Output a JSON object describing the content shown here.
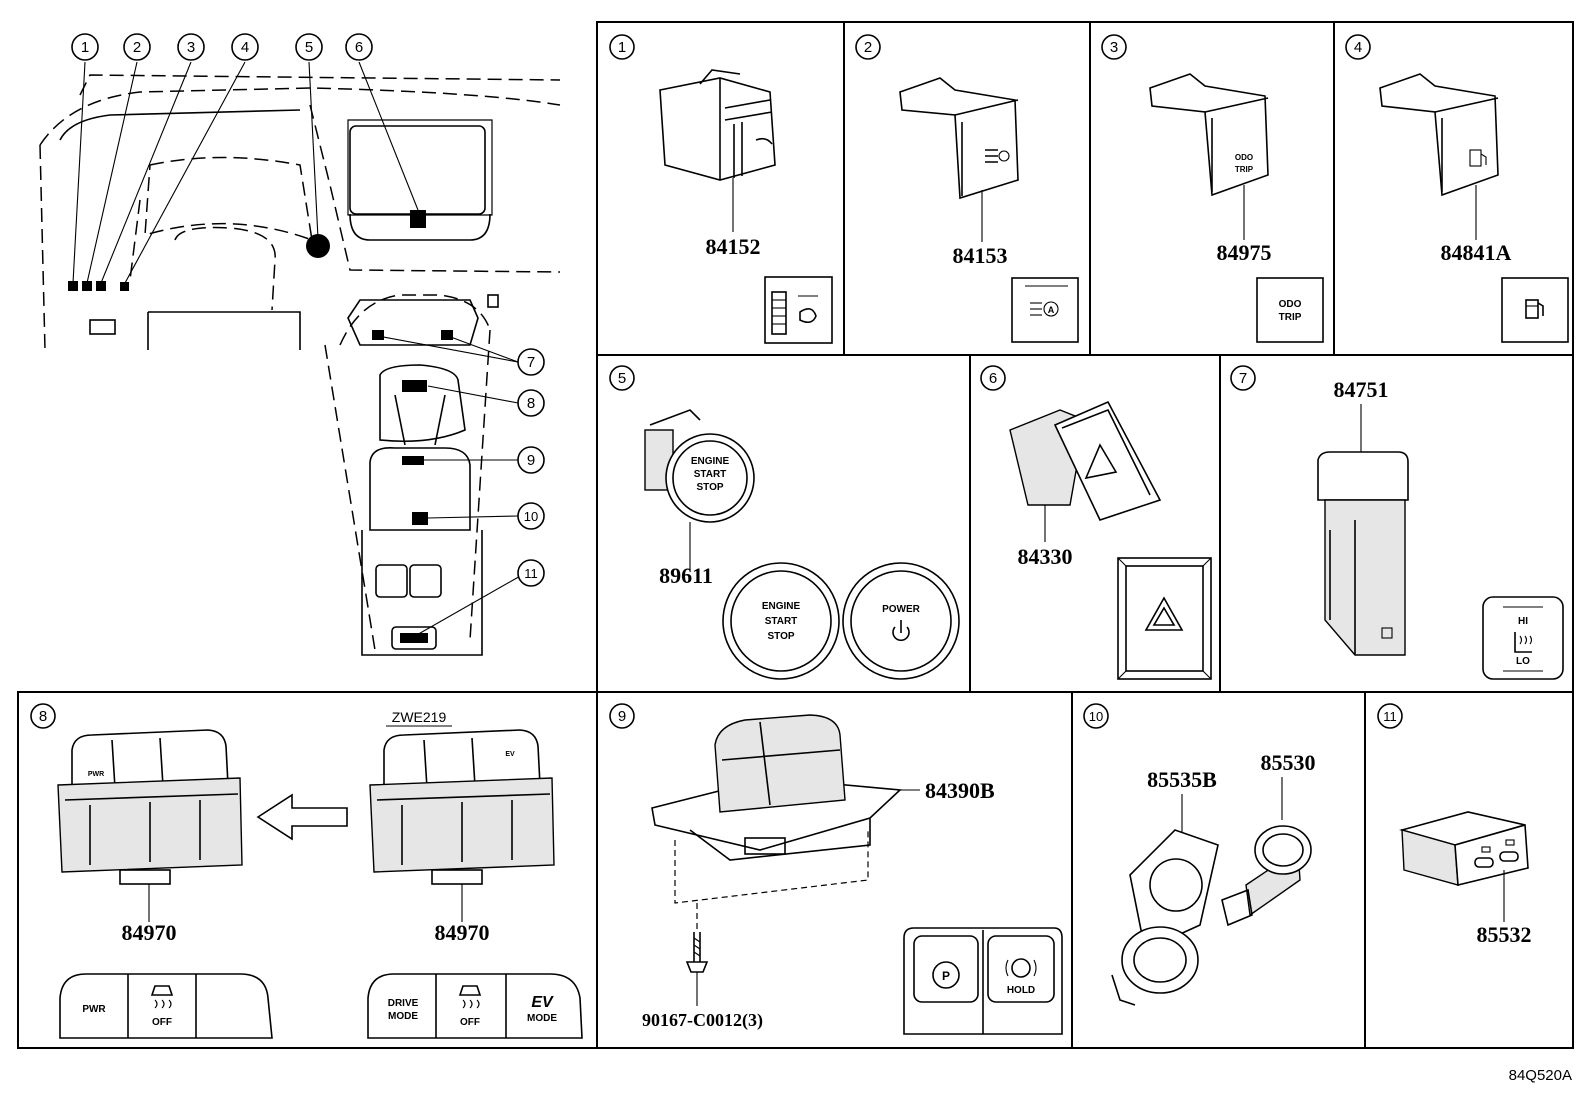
{
  "callouts": [
    "1",
    "2",
    "3",
    "4",
    "5",
    "6",
    "7",
    "8",
    "9",
    "10",
    "11"
  ],
  "parts": {
    "p84152": "84152",
    "p84153": "84153",
    "p84975": "84975",
    "p84841A": "84841A",
    "p89611": "89611",
    "p84330": "84330",
    "p84751": "84751",
    "p84970a": "84970",
    "p84970b": "84970",
    "p84390B": "84390B",
    "p90167": "90167-C0012(3)",
    "p85535B": "85535B",
    "p85530": "85530",
    "p85532": "85532"
  },
  "variant": "ZWE219",
  "figure_id": "84Q520A",
  "labels": {
    "odo": "ODO",
    "trip": "TRIP",
    "engine": "ENGINE",
    "start": "START",
    "stop": "STOP",
    "power": "POWER",
    "hi": "HI",
    "lo": "LO",
    "pwr": "PWR",
    "off": "OFF",
    "drive": "DRIVE",
    "mode": "MODE",
    "ev": "EV",
    "hold": "HOLD",
    "p": "P"
  },
  "icons": [
    "light-dimmer-icon",
    "headlight-auto-icon",
    "fuel-door-icon",
    "hazard-triangle-icon",
    "seat-heater-icon",
    "vsc-off-icon",
    "power-icon",
    "parking-brake-icon",
    "brake-hold-icon",
    "arrow-left-icon"
  ]
}
